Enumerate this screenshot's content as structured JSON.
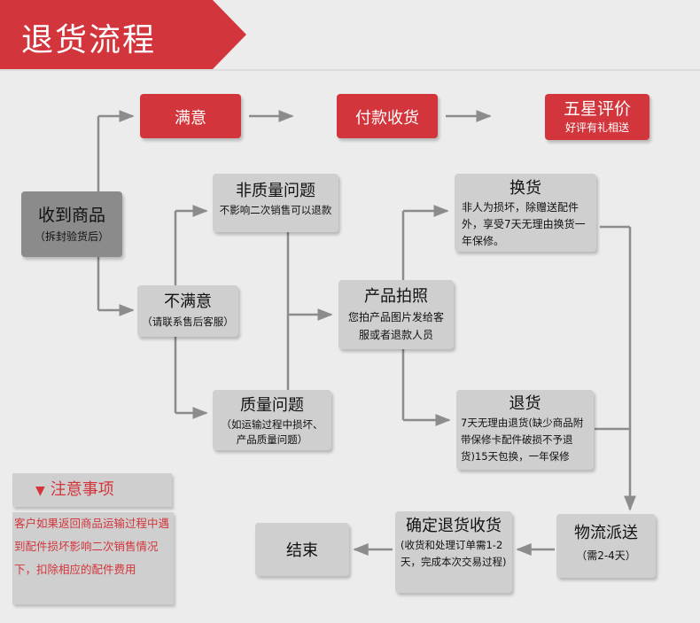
{
  "banner": {
    "title": "退货流程"
  },
  "nodes": {
    "satisfied": {
      "title": "满意"
    },
    "payment": {
      "title": "付款收货"
    },
    "rating": {
      "title": "五星评价",
      "sub": "好评有礼相送"
    },
    "receive": {
      "title": "收到商品",
      "sub": "（拆封验货后）"
    },
    "non_quality": {
      "title": "非质量问题",
      "sub": "不影响二次销售可以退款"
    },
    "unsatisfied": {
      "title": "不满意",
      "sub": "（请联系售后客服）"
    },
    "quality": {
      "title": "质量问题",
      "sub": "（如运输过程中损坏、产品质量问题）"
    },
    "photo": {
      "title": "产品拍照",
      "sub": "您拍产品图片发给客服或者退款人员"
    },
    "exchange": {
      "title": "换货",
      "sub": "非人为损坏，除赠送配件外，享受7天无理由换货一年保修。"
    },
    "refund": {
      "title": "退货",
      "sub": "7天无理由退货(缺少商品附带保修卡配件破损不予退货)15天包换，一年保修"
    },
    "logistics": {
      "title": "物流派送",
      "sub": "（需2-4天）"
    },
    "confirm": {
      "title": "确定退货收货",
      "sub": "(收货和处理订单需1-2天，完成本次交易过程)"
    },
    "end": {
      "title": "结束"
    }
  },
  "notice": {
    "title": "注意事项",
    "body": "客户如果返回商品运输过程中遇到配件损坏影响二次销售情况下，扣除相应的配件费用"
  },
  "colors": {
    "accent": "#d2353b",
    "dark_box": "#8b8b8b",
    "light_box": "#cfcfcf",
    "line": "#8c8c8c"
  },
  "icons": {
    "notice": "triangle-down-icon"
  }
}
